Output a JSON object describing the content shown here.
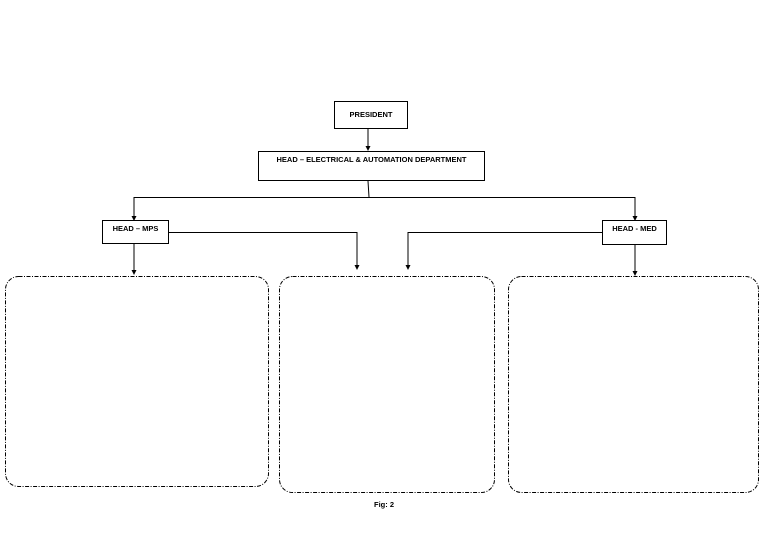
{
  "org_chart": {
    "president": {
      "label": "PRESIDENT"
    },
    "department_head": {
      "label": "HEAD – ELECTRICAL & AUTOMATION DEPARTMENT"
    },
    "head_mps": {
      "label": "HEAD – MPS"
    },
    "head_med": {
      "label": "HEAD - MED"
    }
  },
  "panels": [
    {
      "name": "left-panel"
    },
    {
      "name": "center-panel"
    },
    {
      "name": "right-panel"
    }
  ],
  "caption": "Fig: 2",
  "colors": {
    "stroke": "#000000",
    "background": "#ffffff"
  }
}
